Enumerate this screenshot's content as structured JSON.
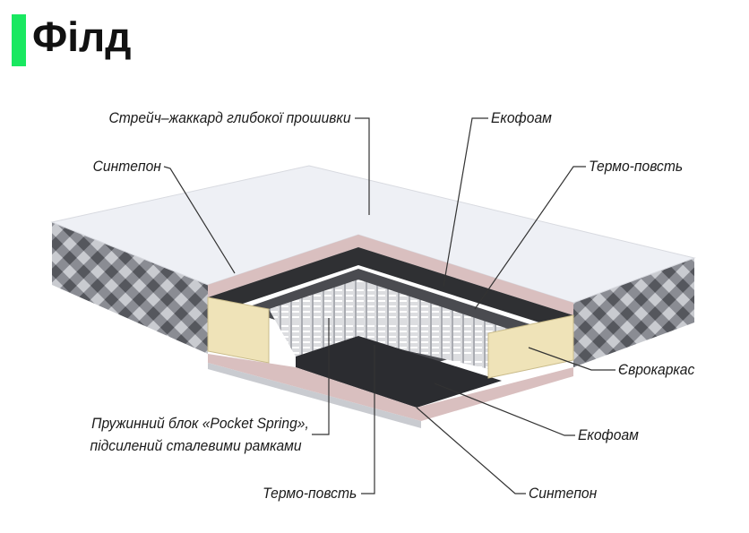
{
  "title": "Філд",
  "colors": {
    "accent": "#19e860",
    "cover": "#eef0f5",
    "side": "#7d7f86",
    "pink": "#d9bfbf",
    "foam": "#2f3033",
    "frame": "#efe3b8"
  },
  "labels": {
    "jacquard": "Стрейч–жаккард глибокої прошивки",
    "sintepon_top": "Синтепон",
    "ecofoam_top": "Екофоам",
    "felt_top": "Термо-повсть",
    "euroframe": "Єврокаркас",
    "ecofoam_bottom": "Екофоам",
    "sintepon_bottom": "Синтепон",
    "spring_line1": "Пружинний блок «Pocket Spring»,",
    "spring_line2": "підсилений сталевими рамками",
    "felt_bottom": "Термо-повсть"
  }
}
